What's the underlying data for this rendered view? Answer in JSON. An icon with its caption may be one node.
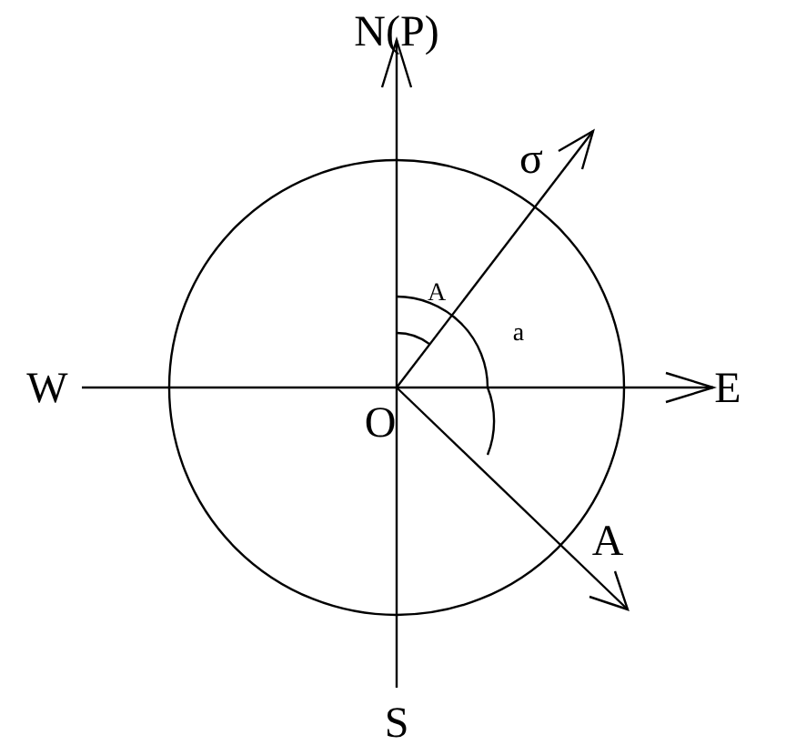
{
  "diagram": {
    "labels": [
      "N(P)",
      "σ",
      "A",
      "a",
      "W",
      "O",
      "E",
      "A",
      "S"
    ]
  }
}
